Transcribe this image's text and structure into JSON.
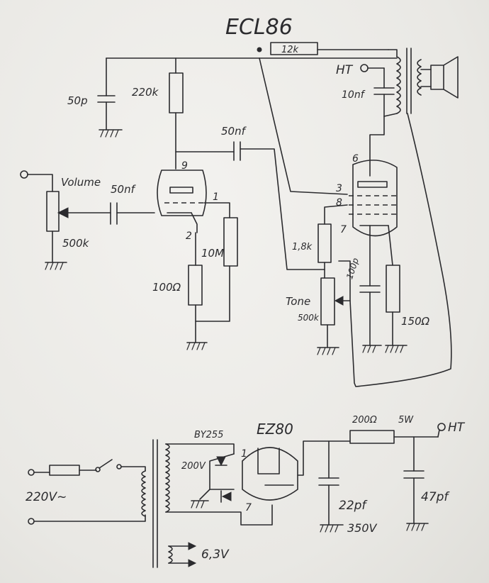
{
  "amp": {
    "title": "ECL86",
    "ht": "HT",
    "r_feedback": "12k",
    "c_bypass_small": "50p",
    "r_plate_triode": "220k",
    "c_output_cap": "10nf",
    "c_coupling": "50nf",
    "volume_label": "Volume",
    "c_input": "50nf",
    "volume_value": "500k",
    "r_grid": "10M",
    "r_cathode_triode": "100Ω",
    "r_18k": "1,8k",
    "c_tone": "100p",
    "tone_label": "Tone",
    "tone_value": "500k",
    "r_cathode_pentode": "150Ω",
    "pins": {
      "p9": "9",
      "p1": "1",
      "p2": "2",
      "p6": "6",
      "p3": "3",
      "p8": "8",
      "p7": "7"
    }
  },
  "psu": {
    "rectifier": "EZ80",
    "diode": "BY255",
    "diode_v": "200V",
    "r_psu": "200Ω",
    "r_psu_w": "5W",
    "ht": "HT",
    "mains": "220V~",
    "c1": "22pf",
    "c1_v": "350V",
    "c2": "47pf",
    "heater": "6,3V",
    "pin1": "1",
    "pin7": "7"
  }
}
